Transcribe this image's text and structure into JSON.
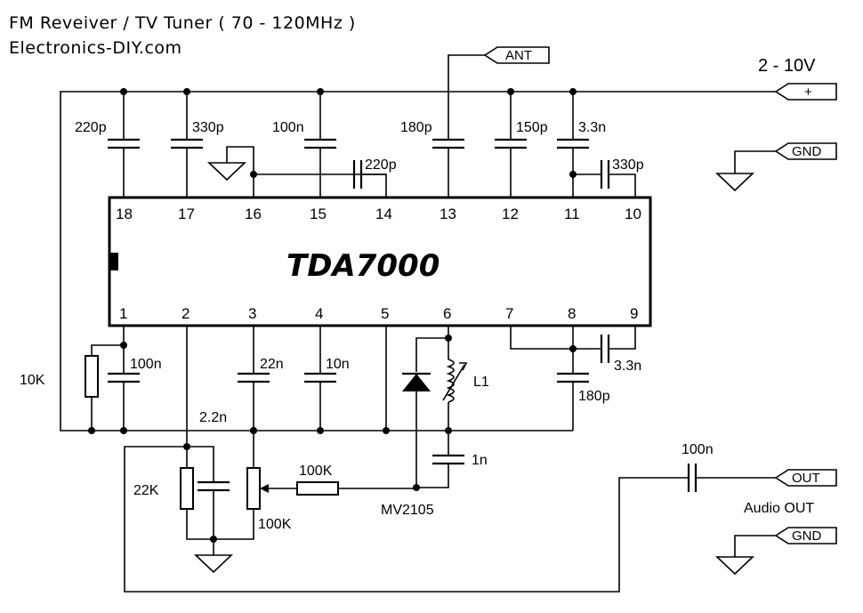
{
  "header": {
    "title": "FM Reveiver / TV Tuner ( 70 - 120MHz )",
    "source": "Electronics-DIY.com"
  },
  "ic": {
    "name": "TDA7000",
    "pins_top": [
      "18",
      "17",
      "16",
      "15",
      "14",
      "13",
      "12",
      "11",
      "10"
    ],
    "pins_bottom": [
      "1",
      "2",
      "3",
      "4",
      "5",
      "6",
      "7",
      "8",
      "9"
    ]
  },
  "supply": {
    "voltage": "2 - 10V",
    "plus": "+",
    "gnd": "GND"
  },
  "antenna": {
    "label": "ANT"
  },
  "output": {
    "out": "OUT",
    "audio": "Audio OUT",
    "gnd": "GND",
    "cap": "100n"
  },
  "components": {
    "c18": "220p",
    "c17": "330p",
    "c15": "100n",
    "c14": "220p",
    "c13": "180p",
    "c12": "150p",
    "c11": "3.3n",
    "c10": "330p",
    "r1": "10K",
    "c1": "100n",
    "c3": "22n",
    "c4": "10n",
    "c7": "3.3n",
    "c8": "180p",
    "inductor": "L1",
    "c_pin2": "2.2n",
    "c_1n": "1n",
    "r22k": "22K",
    "pot": "100K",
    "r100k": "100K",
    "varicap": "MV2105"
  }
}
